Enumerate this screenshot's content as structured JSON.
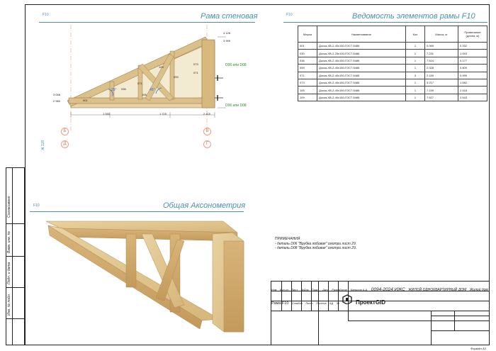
{
  "side_stamp": {
    "labels": [
      "Согласовано",
      "Взам. инв. №",
      "Подп. и дата",
      "Инв. № подл."
    ]
  },
  "wall_frame": {
    "id": "F10",
    "title": "Рама стеновая",
    "markers": [
      "001",
      "036",
      "071",
      "105",
      "059",
      "073",
      "071",
      "109"
    ],
    "angles": [
      "25°",
      "45°"
    ],
    "dims_bottom": [
      "1 060",
      "1 725",
      "2 415"
    ],
    "dims_left": [
      "3 058",
      "2 960"
    ],
    "dims_right": [
      "4 126",
      "3 999"
    ],
    "details": [
      "D06 или D08",
      "D06 или D08"
    ],
    "axes": [
      "Б",
      "В",
      "Д",
      "Г"
    ],
    "elevation": "Ж.120"
  },
  "schedule": {
    "id": "F10",
    "title": "Ведомость элементов рамы F10",
    "columns": [
      "Марка",
      "Наименование",
      "Кол",
      "Масса, кг",
      "Примечание (длина, м)"
    ],
    "rows": [
      [
        "001",
        "Доска-ХВ-2-40х150-ГОСТ 8486",
        "1",
        "0.069",
        "0.332"
      ],
      [
        "030",
        "Доска-ХВ-2-25х100-ГОСТ 8486",
        "1",
        "7.231",
        "1.053"
      ],
      [
        "036",
        "Доска-ХВ-2-40х150-ГОСТ 8486",
        "1",
        "7.524",
        "0.177"
      ],
      [
        "059",
        "Доска-ХВ-2-40х150-ГОСТ 8486",
        "1",
        "2.328",
        "0.809"
      ],
      [
        "071",
        "Доска-ХВ-2-40х150-ГОСТ 8486",
        "3",
        "2.159",
        "0.999"
      ],
      [
        "073",
        "Доска-ХВ-2-40х150-ГОСТ 8486",
        "1",
        "3.217",
        "1.082"
      ],
      [
        "105",
        "Доска-ХВ-2-40х150-ГОСТ 8486",
        "1",
        "7.159",
        "2.418"
      ],
      [
        "109",
        "Доска-ХВ-2-40х150-ГОСТ 8486",
        "1",
        "7.527",
        "2.543"
      ]
    ]
  },
  "axonometry": {
    "id": "F10",
    "title": "Общая Аксонометрия"
  },
  "notes": {
    "title": "ПРИМЕЧАНИЯ",
    "items": [
      "- деталь D06 \"Врубка лобовая\" смотри лист 29.",
      "- деталь D08 \"Врубка лобовая\" смотри лист 29."
    ]
  },
  "title_block": {
    "code": "0094-2024 ИЖС",
    "project": "ЖИЛОЙ ОДНОКВАРТИРНЫЙ ДОМ",
    "header_cells": [
      "Изм",
      "Кол.уч",
      "Лист",
      "№Док",
      "Подп.",
      "Дата"
    ],
    "developed_label": "Разработал",
    "developer": "Копысов А.А.",
    "object": "Жилой дом",
    "sheet_title": "Рама F10",
    "stage_label": "Стадия",
    "sheet_label": "Лист",
    "sheets_label": "Листов",
    "stage": "КД",
    "sheet": "30",
    "company": "ПроектGID",
    "format": "Формат А3"
  }
}
